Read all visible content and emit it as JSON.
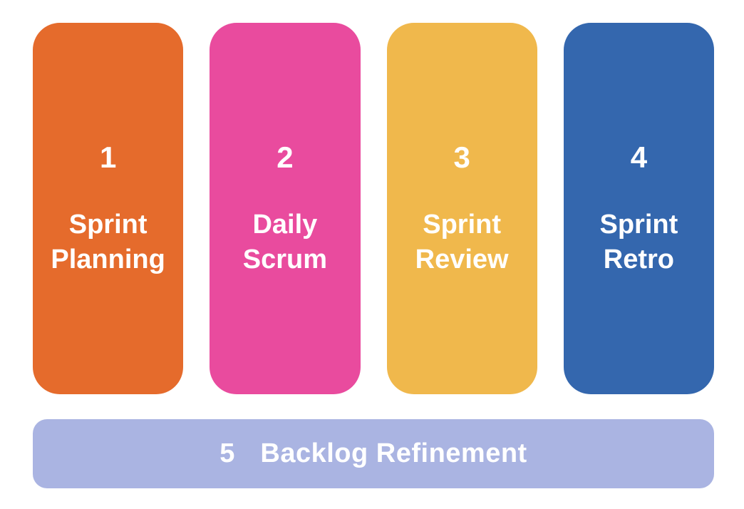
{
  "diagram": {
    "text_color": "#FFFFFF",
    "background_color": "#FFFFFF",
    "columns": [
      {
        "number": "1",
        "label": "Sprint Planning",
        "color": "#E56B2C"
      },
      {
        "number": "2",
        "label": "Daily Scrum",
        "color": "#E94B9E"
      },
      {
        "number": "3",
        "label": "Sprint Review",
        "color": "#F0B84C"
      },
      {
        "number": "4",
        "label": "Sprint Retro",
        "color": "#3467AE"
      }
    ],
    "bottom_bar": {
      "number": "5",
      "label": "Backlog Refinement",
      "color": "#AAB4E2"
    }
  }
}
